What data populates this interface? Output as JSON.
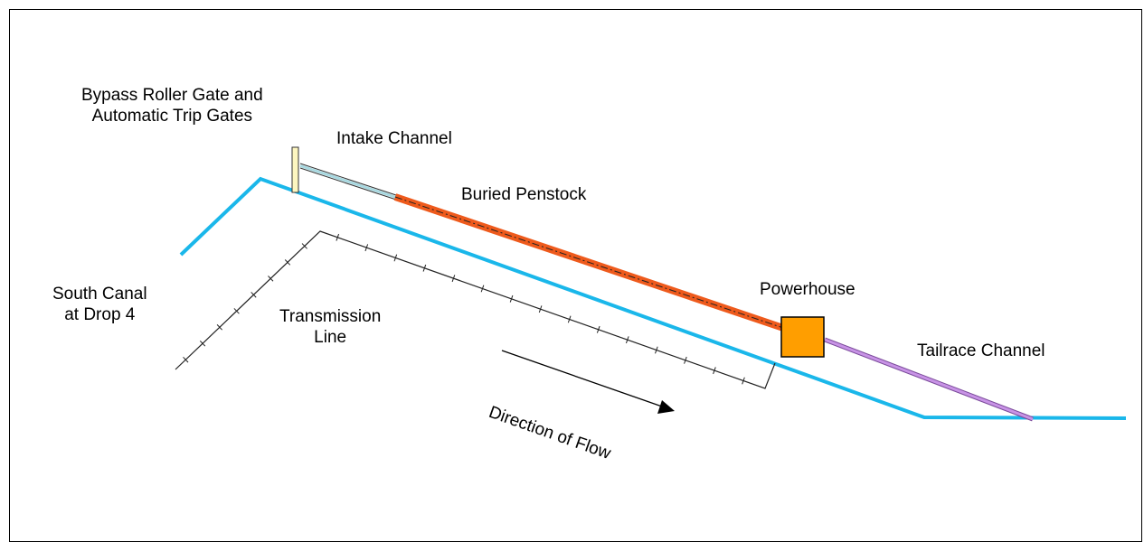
{
  "labels": {
    "bypass_gate_line1": "Bypass Roller Gate and",
    "bypass_gate_line2": "Automatic Trip Gates",
    "intake_channel": "Intake Channel",
    "buried_penstock": "Buried Penstock",
    "south_canal_line1": "South Canal",
    "south_canal_line2": "at Drop 4",
    "transmission_line_line1": "Transmission",
    "transmission_line_line2": "Line",
    "powerhouse": "Powerhouse",
    "tailrace_channel": "Tailrace Channel",
    "direction_of_flow": "Direction of Flow"
  },
  "colors": {
    "canal": "#1ab7ea",
    "penstock": "#ee5a1c",
    "powerhouse": "#ff9e00",
    "tailrace": "#b070d0",
    "intake": "#a8d8e0",
    "gate": "#fdf6c0"
  }
}
